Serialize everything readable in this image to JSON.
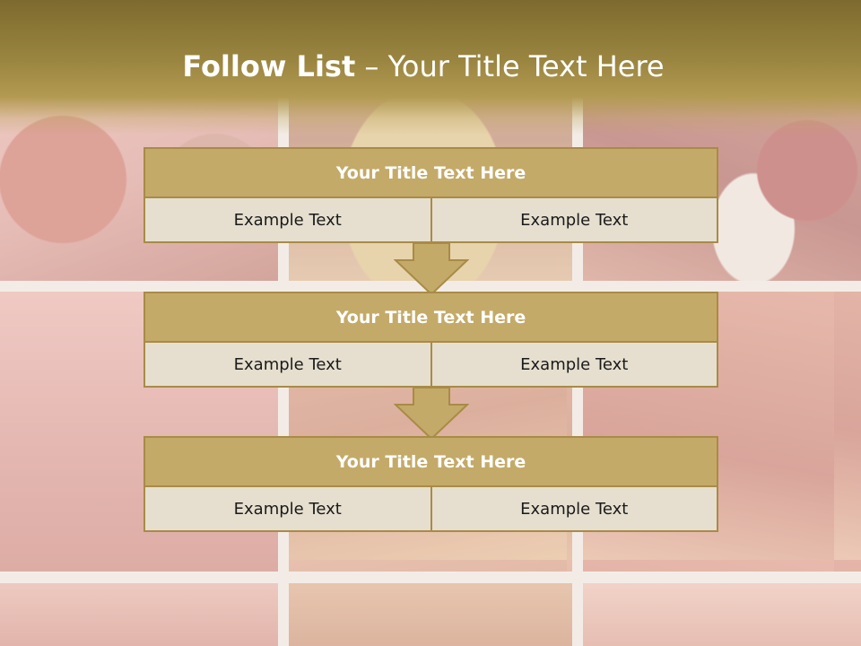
{
  "slide": {
    "title_bold": "Follow List",
    "title_rest": " – Your Title Text Here"
  },
  "blocks": [
    {
      "title": "Your Title Text Here",
      "items": [
        "Example Text",
        "Example Text"
      ]
    },
    {
      "title": "Your Title Text Here",
      "items": [
        "Example Text",
        "Example Text"
      ]
    },
    {
      "title": "Your Title Text Here",
      "items": [
        "Example Text",
        "Example Text"
      ]
    }
  ],
  "colors": {
    "title_band": "#9a8540",
    "block_header": "#c4aa68",
    "block_cell": "#e6dfcf",
    "border": "#a88b47"
  }
}
